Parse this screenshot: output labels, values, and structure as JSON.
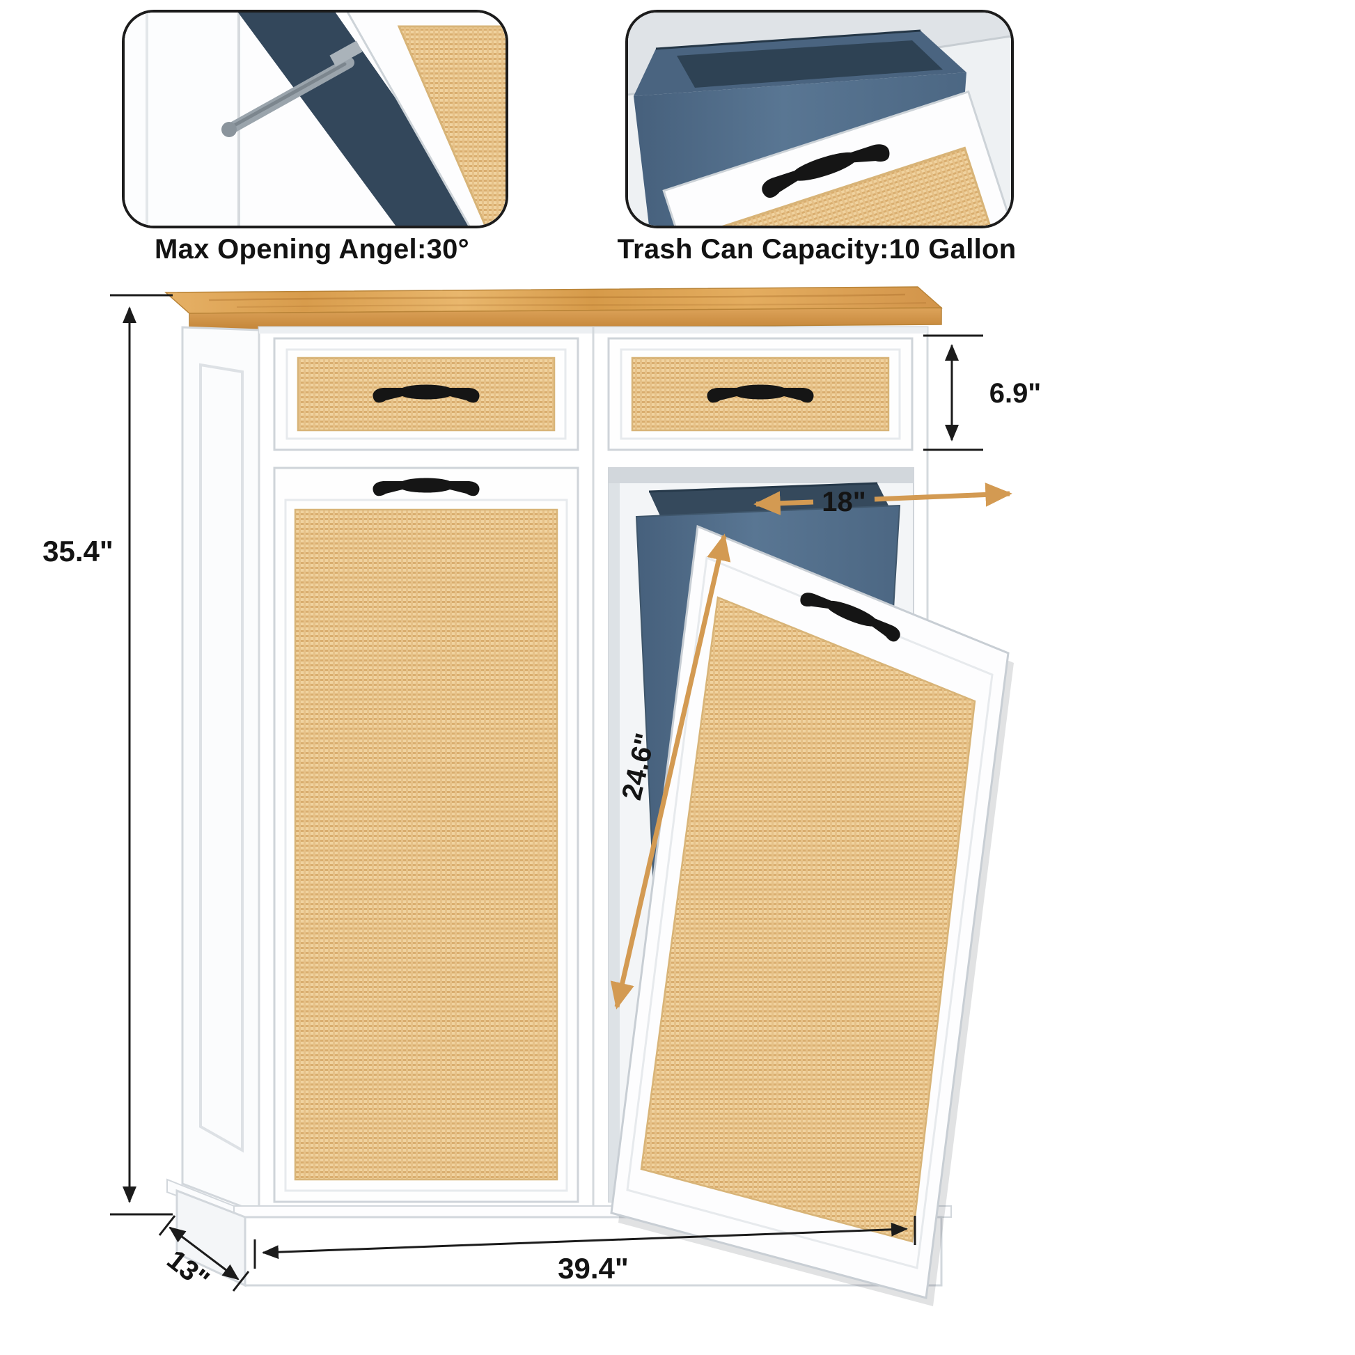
{
  "captions": {
    "max_opening_angle": "Max Opening Angel:30°",
    "trash_capacity": "Trash Can Capacity:10 Gallon"
  },
  "dimensions": {
    "overall_height": "35.4\"",
    "drawer_height": "6.9\"",
    "trash_can_width": "18\"",
    "door_opening_height": "24.6\"",
    "overall_width": "39.4\"",
    "overall_depth": "13\""
  },
  "colors": {
    "rattan": "#f0d3a0",
    "rattan_weave": "#d9ad6e",
    "wood_top": "#dfa558",
    "cabinet": "#fdfdfe",
    "cabinet_outline": "#cfd4d9",
    "trash_can": "#52708c",
    "trash_can_dark": "#33475b",
    "dimension_arrow": "#d39a52",
    "dimension_text": "#1b1b1b",
    "handle": "#151515"
  }
}
